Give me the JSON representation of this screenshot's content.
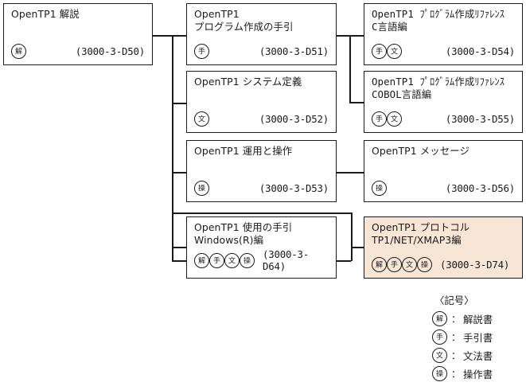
{
  "diagram": {
    "type": "manual-structure-tree",
    "boxes": [
      {
        "id": "d50",
        "title": "OpenTP1 解説",
        "marks": [
          "解"
        ],
        "code": "(3000-3-D50)",
        "highlighted": false
      },
      {
        "id": "d51",
        "title": "OpenTP1\nプログラム作成の手引",
        "marks": [
          "手"
        ],
        "code": "(3000-3-D51)",
        "highlighted": false
      },
      {
        "id": "d52",
        "title": "OpenTP1 システム定義",
        "marks": [
          "文"
        ],
        "code": "(3000-3-D52)",
        "highlighted": false
      },
      {
        "id": "d53",
        "title": "OpenTP1 運用と操作",
        "marks": [
          "操"
        ],
        "code": "(3000-3-D53)",
        "highlighted": false
      },
      {
        "id": "d64",
        "title": "OpenTP1 使用の手引\nWindows(R)編",
        "marks": [
          "解",
          "手",
          "文",
          "操"
        ],
        "code": "(3000-3-D64)",
        "highlighted": false
      },
      {
        "id": "d54",
        "title": "OpenTP1 ﾌﾟﾛｸﾞﾗﾑ作成ﾘﾌｧﾚﾝｽ\nC言語編",
        "marks": [
          "手",
          "文"
        ],
        "code": "(3000-3-D54)",
        "highlighted": false
      },
      {
        "id": "d55",
        "title": "OpenTP1 ﾌﾟﾛｸﾞﾗﾑ作成ﾘﾌｧﾚﾝｽ\nCOBOL言語編",
        "marks": [
          "手",
          "文"
        ],
        "code": "(3000-3-D55)",
        "highlighted": false
      },
      {
        "id": "d56",
        "title": "OpenTP1 メッセージ",
        "marks": [
          "操"
        ],
        "code": "(3000-3-D56)",
        "highlighted": false
      },
      {
        "id": "d74",
        "title": "OpenTP1 プロトコル\nTP1/NET/XMAP3編",
        "marks": [
          "解",
          "手",
          "文",
          "操"
        ],
        "code": "(3000-3-D74)",
        "highlighted": true
      }
    ]
  },
  "legend": {
    "title": "〈記号〉",
    "separator": "：",
    "entries": [
      {
        "mark": "解",
        "label": "解説書"
      },
      {
        "mark": "手",
        "label": "手引書"
      },
      {
        "mark": "文",
        "label": "文法書"
      },
      {
        "mark": "操",
        "label": "操作書"
      }
    ]
  },
  "colors": {
    "highlight_background": "#f7e5d5",
    "line": "#1a1a1a",
    "page_background": "#ffffff"
  }
}
